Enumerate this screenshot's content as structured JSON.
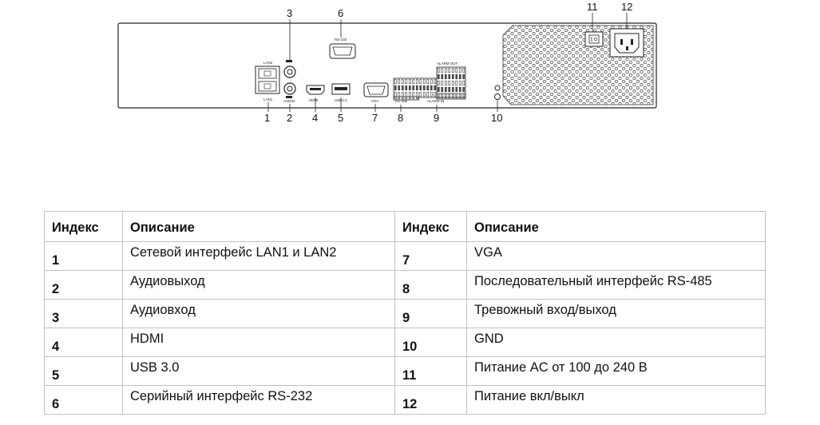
{
  "panel_labels": {
    "lan2": "LAN2",
    "lan1": "LAN1",
    "audio": "AUDIO",
    "hdmi": "HDMI",
    "usb": "USB3.0",
    "vga": "VGA",
    "rs232": "RS-232",
    "rs485": "RS-485",
    "alarm_out": "ALARM OUT",
    "alarm_in": "ALARM IN"
  },
  "callouts": [
    "1",
    "2",
    "3",
    "4",
    "5",
    "6",
    "7",
    "8",
    "9",
    "10",
    "11",
    "12"
  ],
  "table": {
    "headers": [
      "Индекс",
      "Описание",
      "Индекс",
      "Описание"
    ],
    "rows": [
      [
        "1",
        "Сетевой интерфейс LAN1 и LAN2",
        "7",
        "VGA"
      ],
      [
        "2",
        "Аудиовыход",
        "8",
        "Последовательный интерфейс RS-485"
      ],
      [
        "3",
        "Аудиовход",
        "9",
        "Тревожный вход/выход"
      ],
      [
        "4",
        "HDMI",
        "10",
        "GND"
      ],
      [
        "5",
        "USB 3.0",
        "11",
        "Питание AC от 100 до 240 В"
      ],
      [
        "6",
        "Серийный интерфейс RS-232",
        "12",
        "Питание вкл/выкл"
      ]
    ]
  }
}
